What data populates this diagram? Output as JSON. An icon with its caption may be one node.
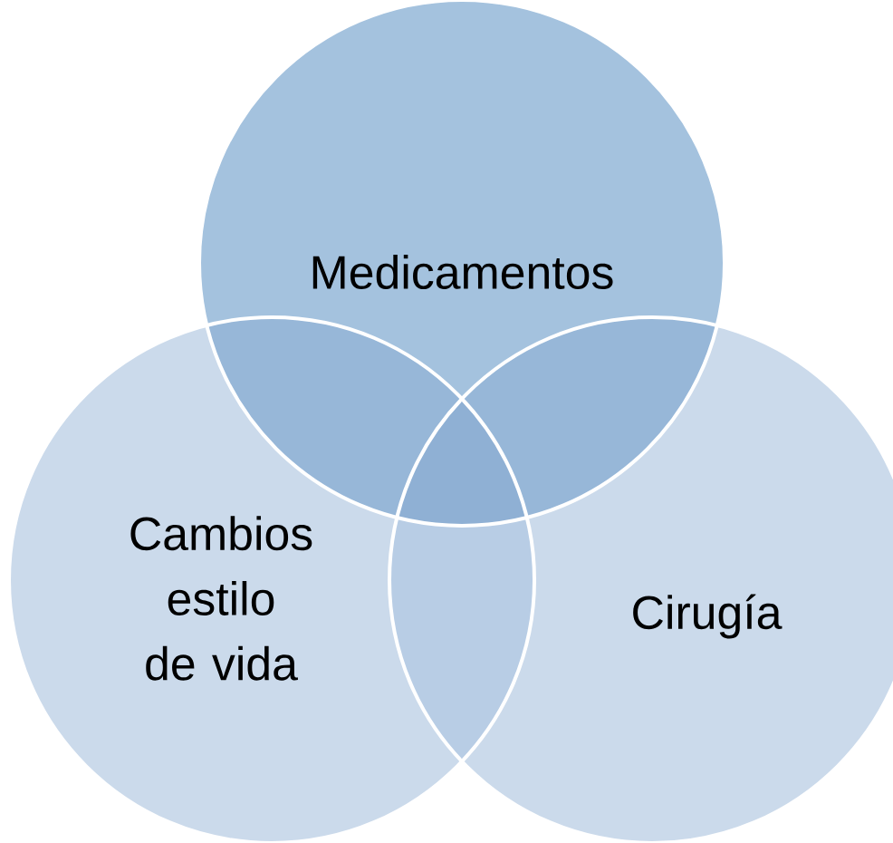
{
  "diagram": {
    "nodes": [
      {
        "text": [
          "Medicamentos"
        ]
      },
      {
        "text": [
          "Cambios estilo de vida"
        ]
      },
      {
        "text": [
          "Cirugía"
        ]
      }
    ]
  }
}
